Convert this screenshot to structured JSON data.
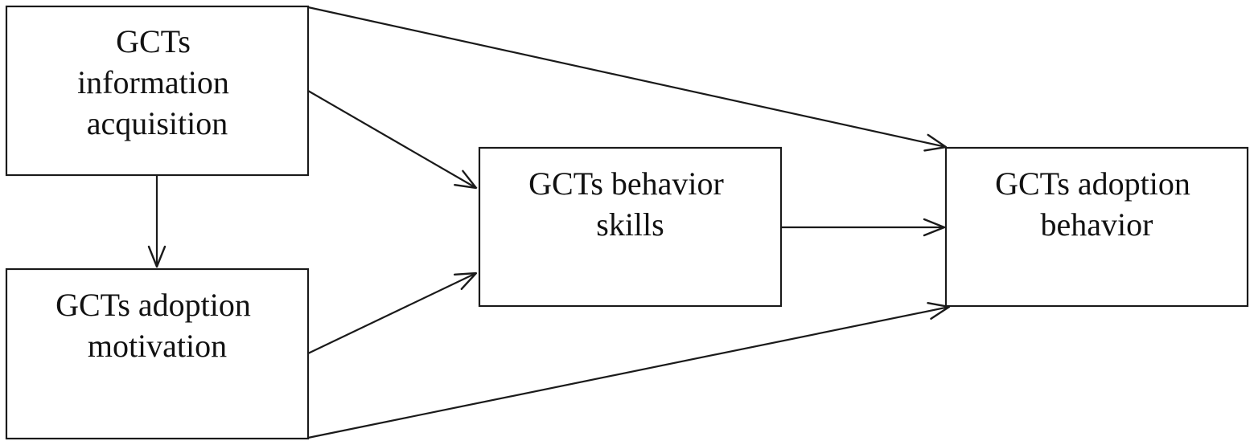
{
  "diagram": {
    "nodes": [
      {
        "id": "info",
        "lines": [
          "GCTs",
          "information",
          "acquisition"
        ]
      },
      {
        "id": "motivation",
        "lines": [
          "GCTs adoption",
          "motivation"
        ]
      },
      {
        "id": "skills",
        "lines": [
          "GCTs behavior",
          "skills"
        ]
      },
      {
        "id": "behavior",
        "lines": [
          "GCTs adoption",
          "behavior"
        ]
      }
    ],
    "edges": [
      {
        "from": "info",
        "to": "motivation"
      },
      {
        "from": "info",
        "to": "skills"
      },
      {
        "from": "info",
        "to": "behavior"
      },
      {
        "from": "motivation",
        "to": "skills"
      },
      {
        "from": "motivation",
        "to": "behavior"
      },
      {
        "from": "skills",
        "to": "behavior"
      }
    ]
  }
}
